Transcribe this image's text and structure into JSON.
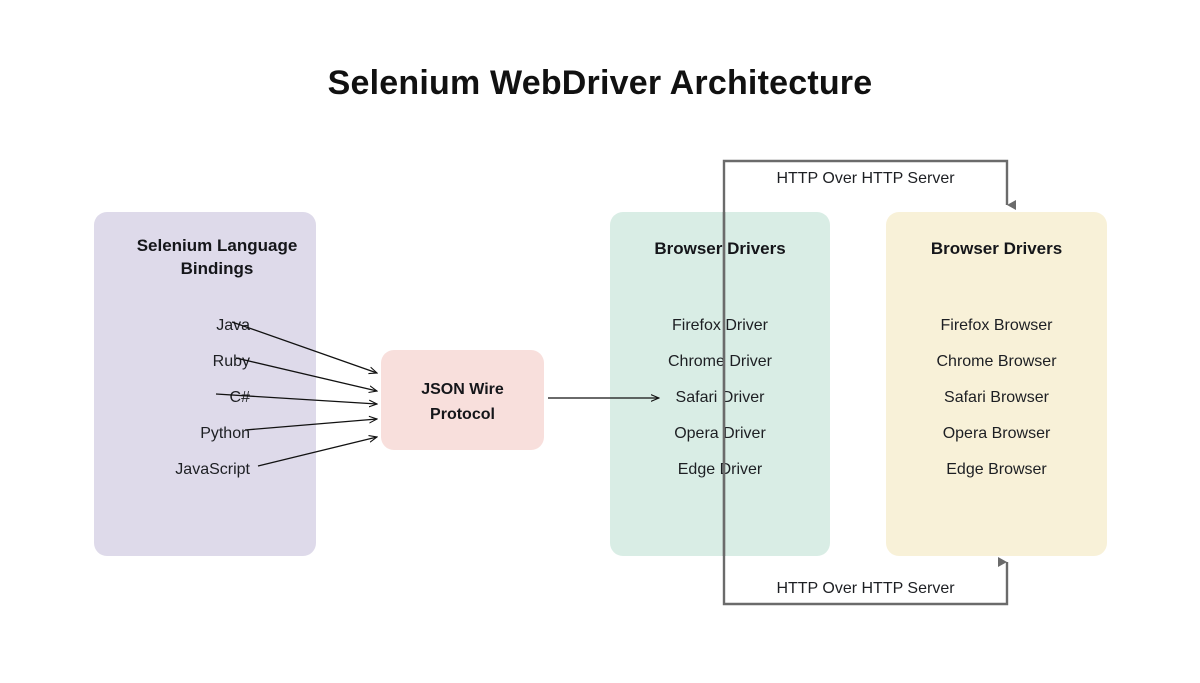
{
  "page": {
    "title": "Selenium WebDriver Architecture",
    "background": "#ffffff"
  },
  "colors": {
    "bindings_box": "#dedaea",
    "protocol_box": "#f8dfdc",
    "drivers_box": "#d9ede5",
    "browsers_box": "#f8f1d8",
    "arrow_stroke": "#111111",
    "connector_stroke": "#6b6b6b",
    "text": "#1d1f23",
    "title_text": "#111111"
  },
  "diagram": {
    "type": "flow-diagram",
    "bindings": {
      "title": "Selenium Language Bindings",
      "items": [
        "Java",
        "Ruby",
        "C#",
        "Python",
        "JavaScript"
      ]
    },
    "protocol": {
      "title": "JSON Wire Protocol",
      "line1": "JSON Wire",
      "line2": "Protocol"
    },
    "drivers": {
      "title": "Browser Drivers",
      "items": [
        "Firefox Driver",
        "Chrome Driver",
        "Safari Driver",
        "Opera Driver",
        "Edge Driver"
      ]
    },
    "browsers": {
      "title": "Browser Drivers",
      "items": [
        "Firefox Browser",
        "Chrome Browser",
        "Safari Browser",
        "Opera Browser",
        "Edge Browser"
      ]
    },
    "connectors": {
      "top_label": "HTTP Over HTTP Server",
      "bottom_label": "HTTP Over HTTP Server"
    }
  }
}
